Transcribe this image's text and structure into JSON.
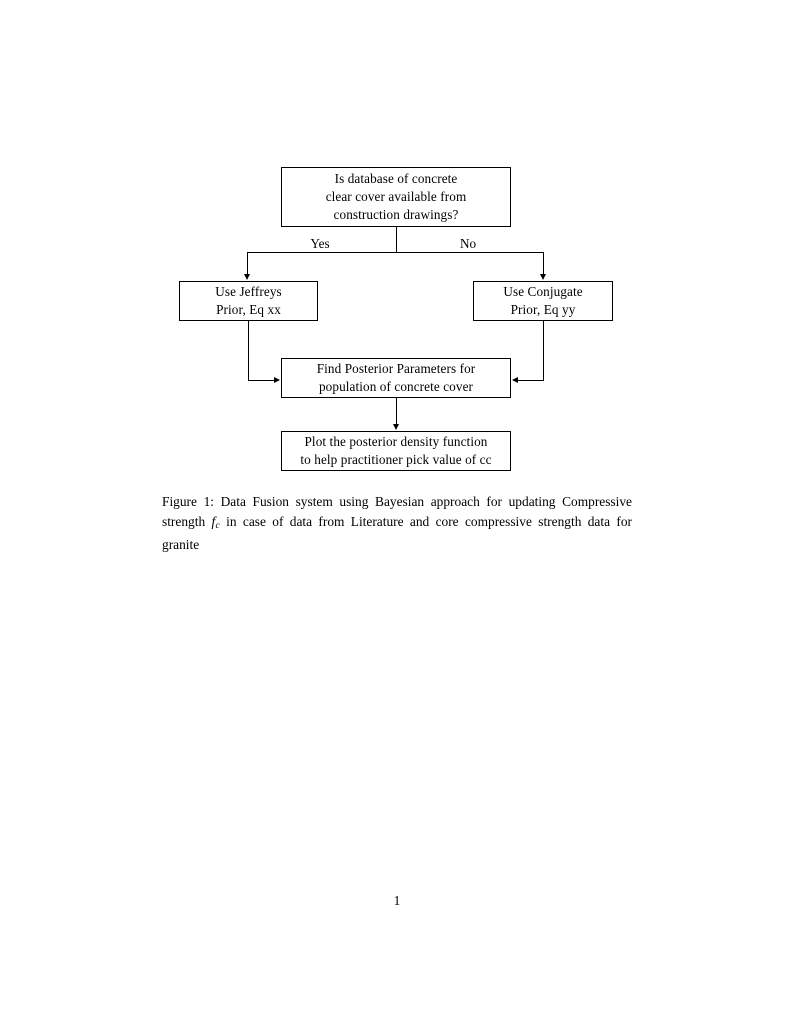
{
  "document": {
    "page_number": "1",
    "background_color": "#ffffff",
    "text_color": "#000000"
  },
  "figure": {
    "nodes": {
      "decision": {
        "id": "decision-database-available",
        "lines": [
          "Is database of concrete",
          "clear cover available from",
          "construction drawings?"
        ]
      },
      "jeffreys": {
        "id": "use-jeffreys-prior",
        "lines": [
          "Use Jeffreys",
          "Prior, Eq xx"
        ]
      },
      "conjugate": {
        "id": "use-conjugate-prior",
        "lines": [
          "Use Conjugate",
          "Prior, Eq yy"
        ]
      },
      "posterior": {
        "id": "find-posterior-parameters",
        "lines": [
          "Find Posterior Parameters for",
          "population of concrete cover"
        ]
      },
      "plot": {
        "id": "plot-posterior-density",
        "lines": [
          "Plot the posterior density function",
          "to help practitioner pick value of cc"
        ]
      }
    },
    "edges": {
      "yes_label": "Yes",
      "no_label": "No"
    }
  },
  "caption": {
    "label": "Figure 1:",
    "text_before_math": " Data Fusion system using Bayesian approach for updating Compressive strength ",
    "math_symbol": "f",
    "math_subscript": "c",
    "text_after_math": " in case of data from Literature and core compressive strength data for granite",
    "full_text": "Figure 1: Data Fusion system using Bayesian approach for updating Compressive strength f_c in case of data from Literature and core compressive strength data for granite"
  }
}
